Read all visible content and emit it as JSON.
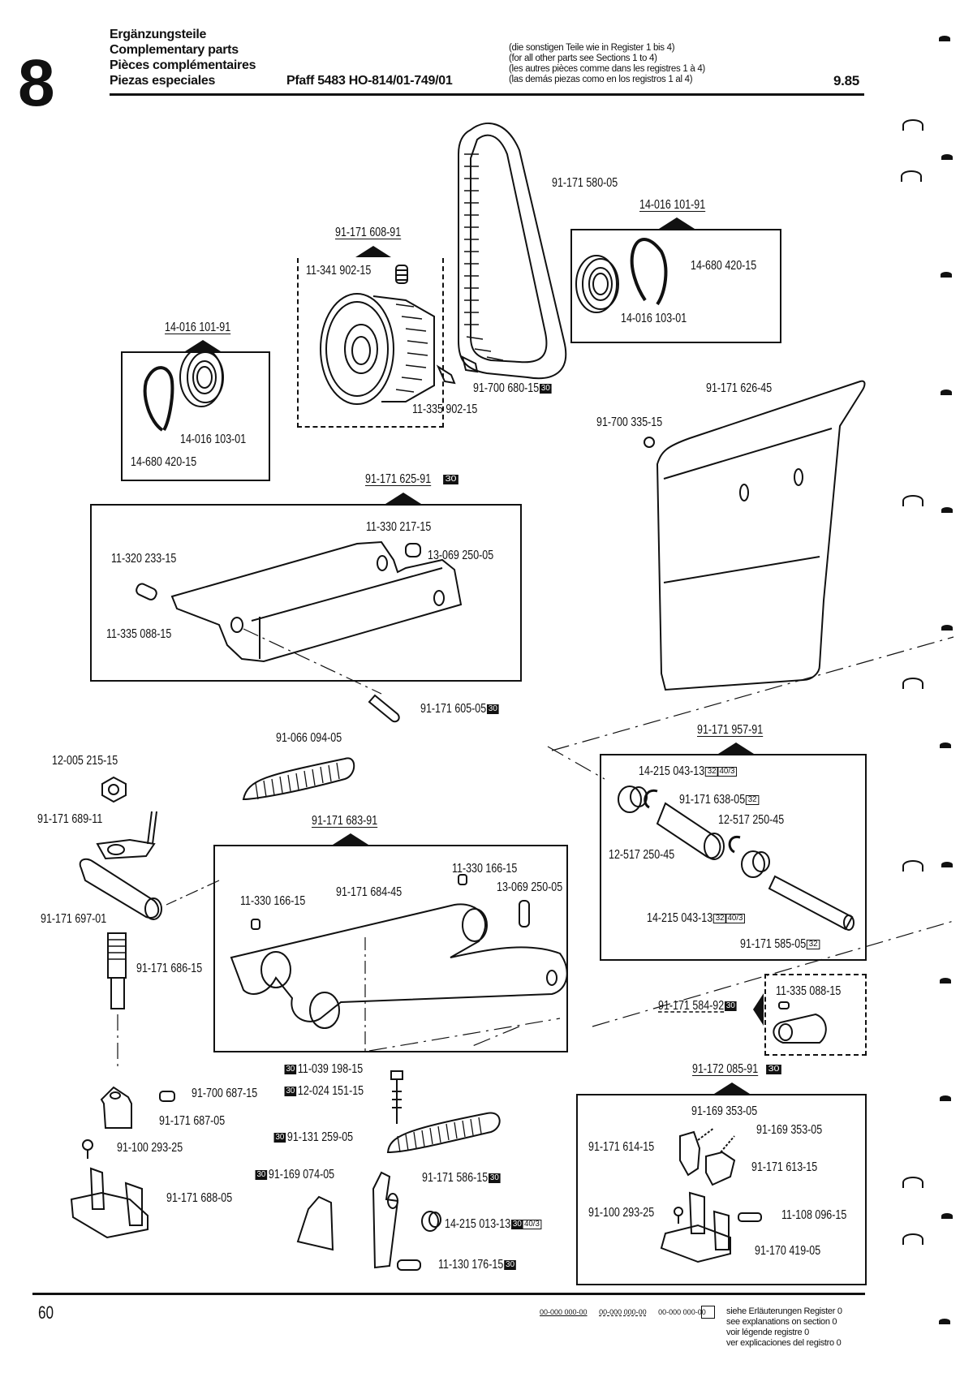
{
  "header": {
    "section_number": "8",
    "titles": [
      "Ergänzungsteile",
      "Complementary parts",
      "Pièces complémentaires",
      "Piezas especiales"
    ],
    "model": "Pfaff 5483 HO-814/01-749/01",
    "notes": [
      "(die sonstigen Teile wie in Register 1 bis 4)",
      "(for all other parts see Sections 1 to 4)",
      "(les autres pièces comme dans les registres 1 à 4)",
      "(las demás piezas como en los registros 1 al 4)"
    ],
    "date": "9.85"
  },
  "groups": {
    "pulley": {
      "assembly": "91-171 608-91",
      "parts": {
        "screw_top": "11-341 902-15",
        "screw_bottom": "11-335 902-15",
        "screw_right": "91-700 680-15",
        "screw_right_tag": "30"
      }
    },
    "belt": {
      "part": "91-171 580-05"
    },
    "bearing_right": {
      "assembly": "14-016 101-91",
      "ring": "14-680 420-15",
      "bearing": "14-016 103-01"
    },
    "bearing_left": {
      "assembly": "14-016 101-91",
      "ring": "14-680 420-15",
      "bearing": "14-016 103-01"
    },
    "cover": {
      "part": "91-171 626-45",
      "screw": "91-700 335-15"
    },
    "frame": {
      "assembly": "91-171 625-91",
      "assembly_tag": "30",
      "parts": {
        "a": "11-330 217-15",
        "b": "13-069 250-05",
        "c": "11-320 233-15",
        "d": "11-335 088-15"
      },
      "pin": "91-171 605-05",
      "pin_tag": "30"
    },
    "left_parts": {
      "nut": "12-005 215-15",
      "bolt": "91-171 689-11",
      "block": "91-171 697-01",
      "stud": "91-171 686-15",
      "spring": "91-066 094-05"
    },
    "arm": {
      "assembly": "91-171 683-91",
      "parts": {
        "screw_left": "11-330 166-15",
        "arm": "91-171 684-45",
        "screw_right": "11-330 166-15",
        "pin": "13-069 250-05"
      }
    },
    "needle": {
      "assembly": "91-171 957-91",
      "parts": [
        {
          "label": "14-215 043-13",
          "tags": [
            "32",
            "40/3"
          ]
        },
        {
          "label": "91-171 638-05",
          "tags": [
            "32"
          ]
        },
        {
          "label": "12-517 250-45",
          "tags": []
        },
        {
          "label": "12-517 250-45",
          "tags": []
        },
        {
          "label": "14-215 043-13",
          "tags": [
            "32",
            "40/3"
          ]
        },
        {
          "label": "91-171 585-05",
          "tags": [
            "32"
          ]
        }
      ]
    },
    "eccentric": {
      "assembly": "91-171 584-92",
      "assembly_tag": "30",
      "screw": "11-335 088-15"
    },
    "bottom_left": {
      "screw1": "91-700 687-15",
      "block": "91-171 687-05",
      "screw2": "91-100 293-25",
      "bracket": "91-171 688-05"
    },
    "bottom_middle": {
      "bolt": {
        "label": "11-039 198-15",
        "tag": "30"
      },
      "nut": {
        "label": "12-024 151-15",
        "tag": "30"
      },
      "spring": {
        "label": "91-131 259-05",
        "tag": "30"
      },
      "plate": {
        "label": "91-169 074-05",
        "tag": "30"
      },
      "lever": {
        "label": "91-171 586-15",
        "tag": "30"
      },
      "bearing": {
        "label": "14-215 013-13",
        "tags": [
          "30",
          "40/3"
        ]
      },
      "screw": {
        "label": "11-130 176-15",
        "tag": "30"
      }
    },
    "clamp": {
      "assembly": "91-172 085-91",
      "assembly_tag": "30",
      "parts": {
        "spring1": "91-169 353-05",
        "spring2": "91-169 353-05",
        "jaw_left": "91-171 614-15",
        "jaw_right": "91-171 613-15",
        "screw": "91-100 293-25",
        "screw2": "11-108 096-15",
        "bracket": "91-170 419-05"
      }
    }
  },
  "footer": {
    "page_number": "60",
    "legend_codes": [
      "00-000 000-00",
      "00-000 000-00",
      "00-000 000-00"
    ],
    "legend_text": [
      "siehe Erläuterungen Register 0",
      "see explanations on section 0",
      "voir légende registre 0",
      "ver explicaciones del registro 0"
    ]
  }
}
